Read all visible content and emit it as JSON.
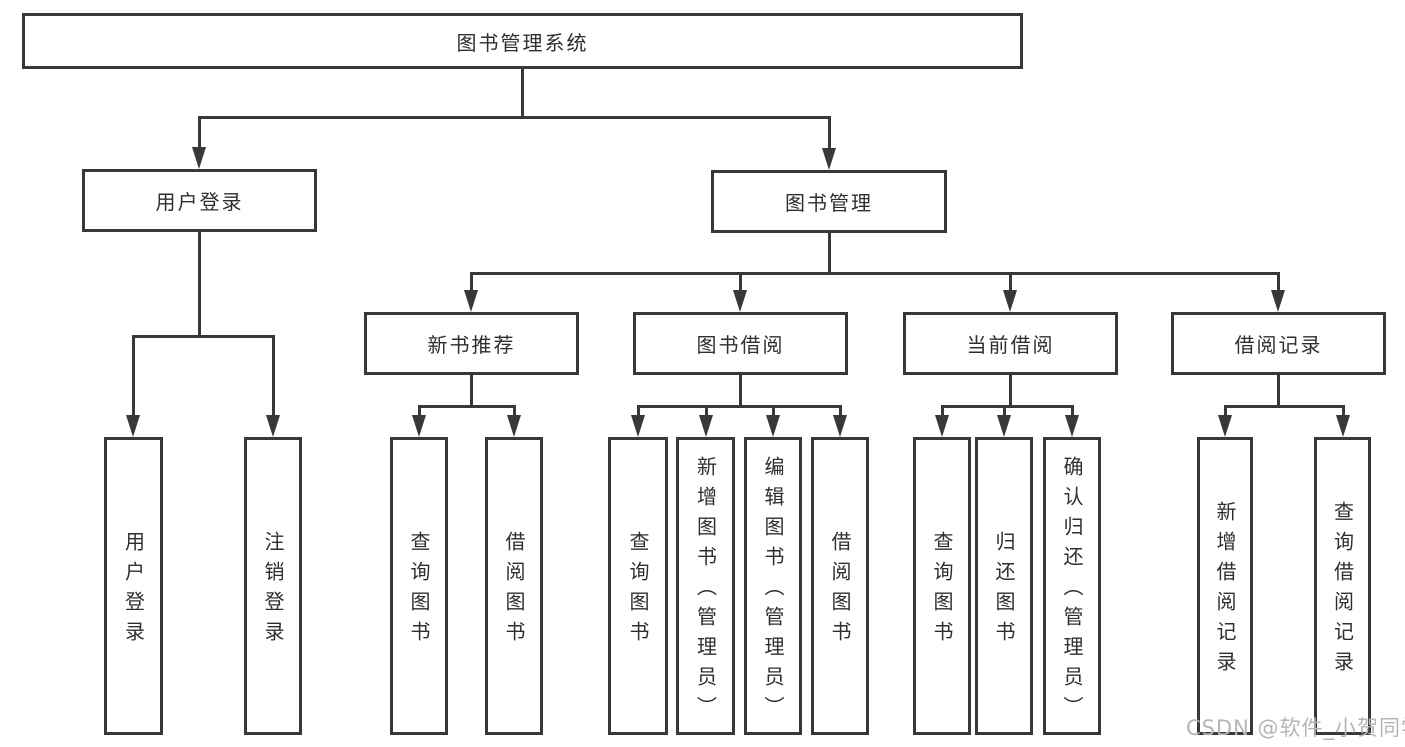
{
  "tree": {
    "root": {
      "label": "图书管理系统"
    },
    "branches": [
      {
        "label": "用户登录",
        "children": [
          {
            "label": "用户登录"
          },
          {
            "label": "注销登录"
          }
        ]
      },
      {
        "label": "图书管理",
        "children": [
          {
            "label": "新书推荐",
            "children": [
              {
                "label": "查询图书"
              },
              {
                "label": "借阅图书"
              }
            ]
          },
          {
            "label": "图书借阅",
            "children": [
              {
                "label": "查询图书"
              },
              {
                "label": "新增图书（管理员）"
              },
              {
                "label": "编辑图书（管理员）"
              },
              {
                "label": "借阅图书"
              }
            ]
          },
          {
            "label": "当前借阅",
            "children": [
              {
                "label": "查询图书"
              },
              {
                "label": "归还图书"
              },
              {
                "label": "确认归还（管理员）"
              }
            ]
          },
          {
            "label": "借阅记录",
            "children": [
              {
                "label": "新增借阅记录"
              },
              {
                "label": "查询借阅记录"
              }
            ]
          }
        ]
      }
    ]
  },
  "watermark": {
    "text": "CSDN @软件_小贺同学"
  },
  "colors": {
    "line": "#383838",
    "text": "#2f2f2f",
    "watermark": "#b5b5b5",
    "background": "#ffffff"
  }
}
